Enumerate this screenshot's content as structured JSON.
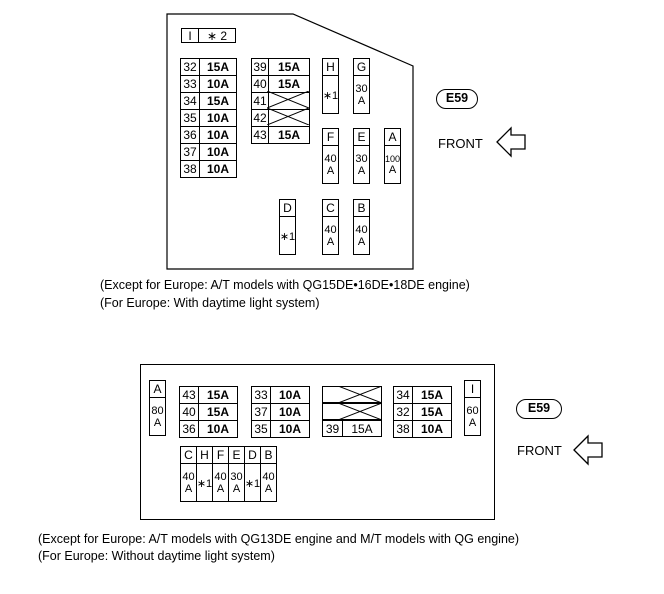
{
  "top": {
    "legend": {
      "code": "I",
      "note": "∗ 2"
    },
    "col1": [
      {
        "n": "32",
        "a": "15A"
      },
      {
        "n": "33",
        "a": "10A"
      },
      {
        "n": "34",
        "a": "15A"
      },
      {
        "n": "35",
        "a": "10A"
      },
      {
        "n": "36",
        "a": "10A"
      },
      {
        "n": "37",
        "a": "10A"
      },
      {
        "n": "38",
        "a": "10A"
      }
    ],
    "col2": [
      {
        "n": "39",
        "a": "15A"
      },
      {
        "n": "40",
        "a": "15A"
      },
      {
        "n": "41",
        "a": ""
      },
      {
        "n": "42",
        "a": ""
      },
      {
        "n": "43",
        "a": "15A"
      }
    ],
    "H": {
      "label": "H",
      "v1": "∗1",
      "v2": ""
    },
    "G": {
      "label": "G",
      "v1": "30",
      "v2": "A"
    },
    "F": {
      "label": "F",
      "v1": "40",
      "v2": "A"
    },
    "E": {
      "label": "E",
      "v1": "30",
      "v2": "A"
    },
    "A": {
      "label": "A",
      "v1": "100",
      "v2": "A"
    },
    "D": {
      "label": "D",
      "v1": "∗1",
      "v2": ""
    },
    "C": {
      "label": "C",
      "v1": "40",
      "v2": "A"
    },
    "B": {
      "label": "B",
      "v1": "40",
      "v2": "A"
    },
    "badge": "E59",
    "front": "FRONT",
    "caption1": "(Except for Europe: A/T models with QG15DE•16DE•18DE engine)",
    "caption2": "(For Europe: With daytime light system)"
  },
  "bottom": {
    "A": {
      "label": "A",
      "v1": "80",
      "v2": "A"
    },
    "groupA": [
      {
        "n": "43",
        "a": "15A"
      },
      {
        "n": "40",
        "a": "15A"
      },
      {
        "n": "36",
        "a": "10A"
      }
    ],
    "groupB": [
      {
        "n": "33",
        "a": "10A"
      },
      {
        "n": "37",
        "a": "10A"
      },
      {
        "n": "35",
        "a": "10A"
      }
    ],
    "groupC": {
      "n": "39",
      "a": "15A"
    },
    "groupD": [
      {
        "n": "34",
        "a": "15A"
      },
      {
        "n": "32",
        "a": "15A"
      },
      {
        "n": "38",
        "a": "10A"
      }
    ],
    "I": {
      "label": "I",
      "v1": "60",
      "v2": "A"
    },
    "row": [
      {
        "label": "C",
        "v1": "40",
        "v2": "A"
      },
      {
        "label": "H",
        "v1": "∗1",
        "v2": ""
      },
      {
        "label": "F",
        "v1": "40",
        "v2": "A"
      },
      {
        "label": "E",
        "v1": "30",
        "v2": "A"
      },
      {
        "label": "D",
        "v1": "∗1",
        "v2": ""
      },
      {
        "label": "B",
        "v1": "40",
        "v2": "A"
      }
    ],
    "badge": "E59",
    "front": "FRONT",
    "caption1": "(Except for Europe: A/T models with QG13DE engine and M/T models with QG engine)",
    "caption2": "(For Europe: Without daytime light system)"
  }
}
